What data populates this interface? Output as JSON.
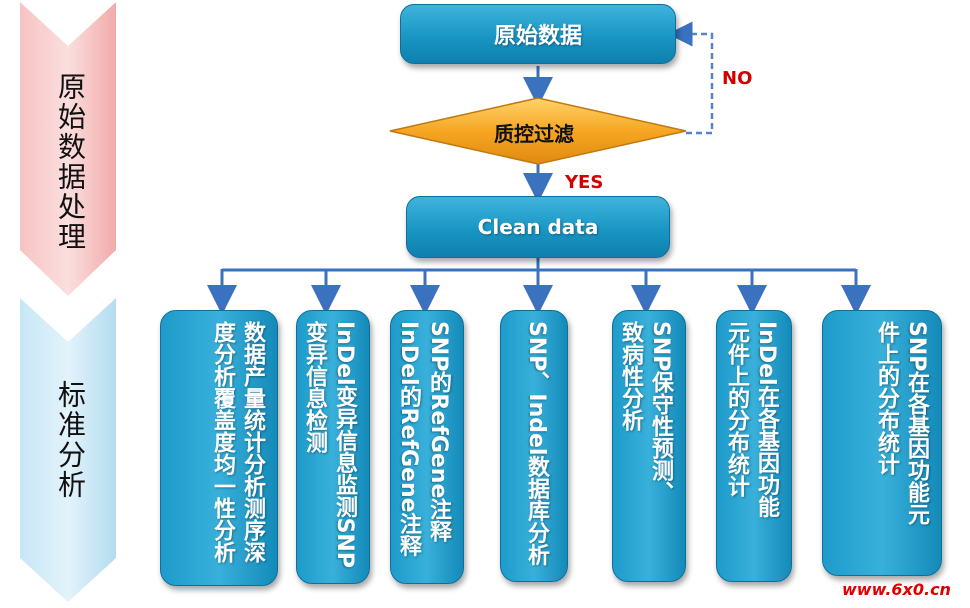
{
  "left_labels": {
    "stage1": "原始数据处理",
    "stage2": "标准分析"
  },
  "flow": {
    "raw_data": "原始数据",
    "qc": "质控过滤",
    "no_label": "NO",
    "yes_label": "YES",
    "clean_data": "Clean data"
  },
  "analyses": [
    "数据产量统计分析测序深度分析覆盖度均一性分析",
    "InDel变异信息监测SNP变异信息检测",
    "SNP的RefGene注释InDel的RefGene注释",
    "SNP、Indel数据库分析",
    "SNP保守性预测、致病性分析",
    "InDel在各基因功能元件上的分布统计",
    "SNP在各基因功能元件上的分布统计"
  ],
  "watermark": "www.6x0.cn",
  "colors": {
    "box_blue": "#1996c4",
    "arrow_blue": "#3a72c0",
    "diamond_orange": "#f0a020",
    "tag_red": "#d40000"
  }
}
